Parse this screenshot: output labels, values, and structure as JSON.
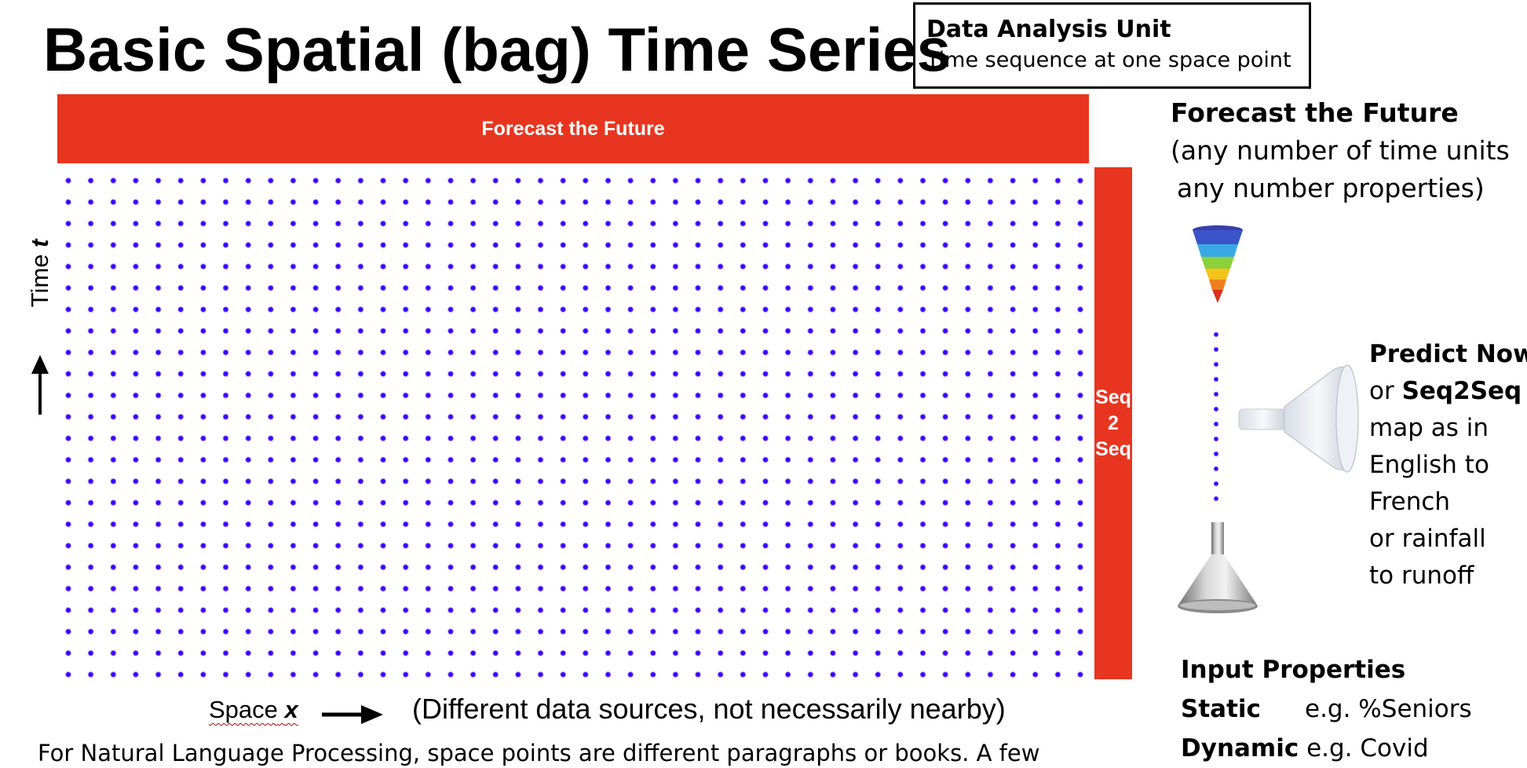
{
  "title": "Basic Spatial (bag) Time Series",
  "data_analysis_unit": {
    "heading": "Data Analysis Unit",
    "text": "Time sequence at one space point"
  },
  "forecast_bar_label": "Forecast the Future",
  "seq_bar": {
    "line1": "Seq",
    "line2": "2",
    "line3": "Seq"
  },
  "colors": {
    "accent_red": "#e8351f",
    "dot_blue": "#3b00ff"
  },
  "grid": {
    "columns": 46,
    "rows": 24
  },
  "axes": {
    "time_label": "Time",
    "time_var": "t",
    "space_label": "Space",
    "space_var": "x",
    "space_note": "(Different data sources, not necessarily nearby)"
  },
  "nlp_note": "For Natural Language Processing, space points are different paragraphs or books. A few",
  "right_panel": {
    "forecast_heading": "Forecast the Future",
    "forecast_line1": "(any number of time units",
    "forecast_line2": "any number properties)",
    "predict_bold1": "Predict Now",
    "predict_or": "or ",
    "predict_bold2": "Seq2Seq",
    "predict_lines": [
      "map as in",
      "English to",
      "French",
      "or rainfall",
      "to runoff"
    ],
    "input_heading": "Input Properties",
    "static_label": "Static",
    "static_value": "e.g. %Seniors",
    "dynamic_label": "Dynamic",
    "dynamic_value": "e.g. Covid"
  },
  "icons": [
    "funnel-chart-icon",
    "glass-funnel-icon",
    "metal-funnel-icon",
    "up-arrow-icon",
    "right-arrow-icon"
  ]
}
